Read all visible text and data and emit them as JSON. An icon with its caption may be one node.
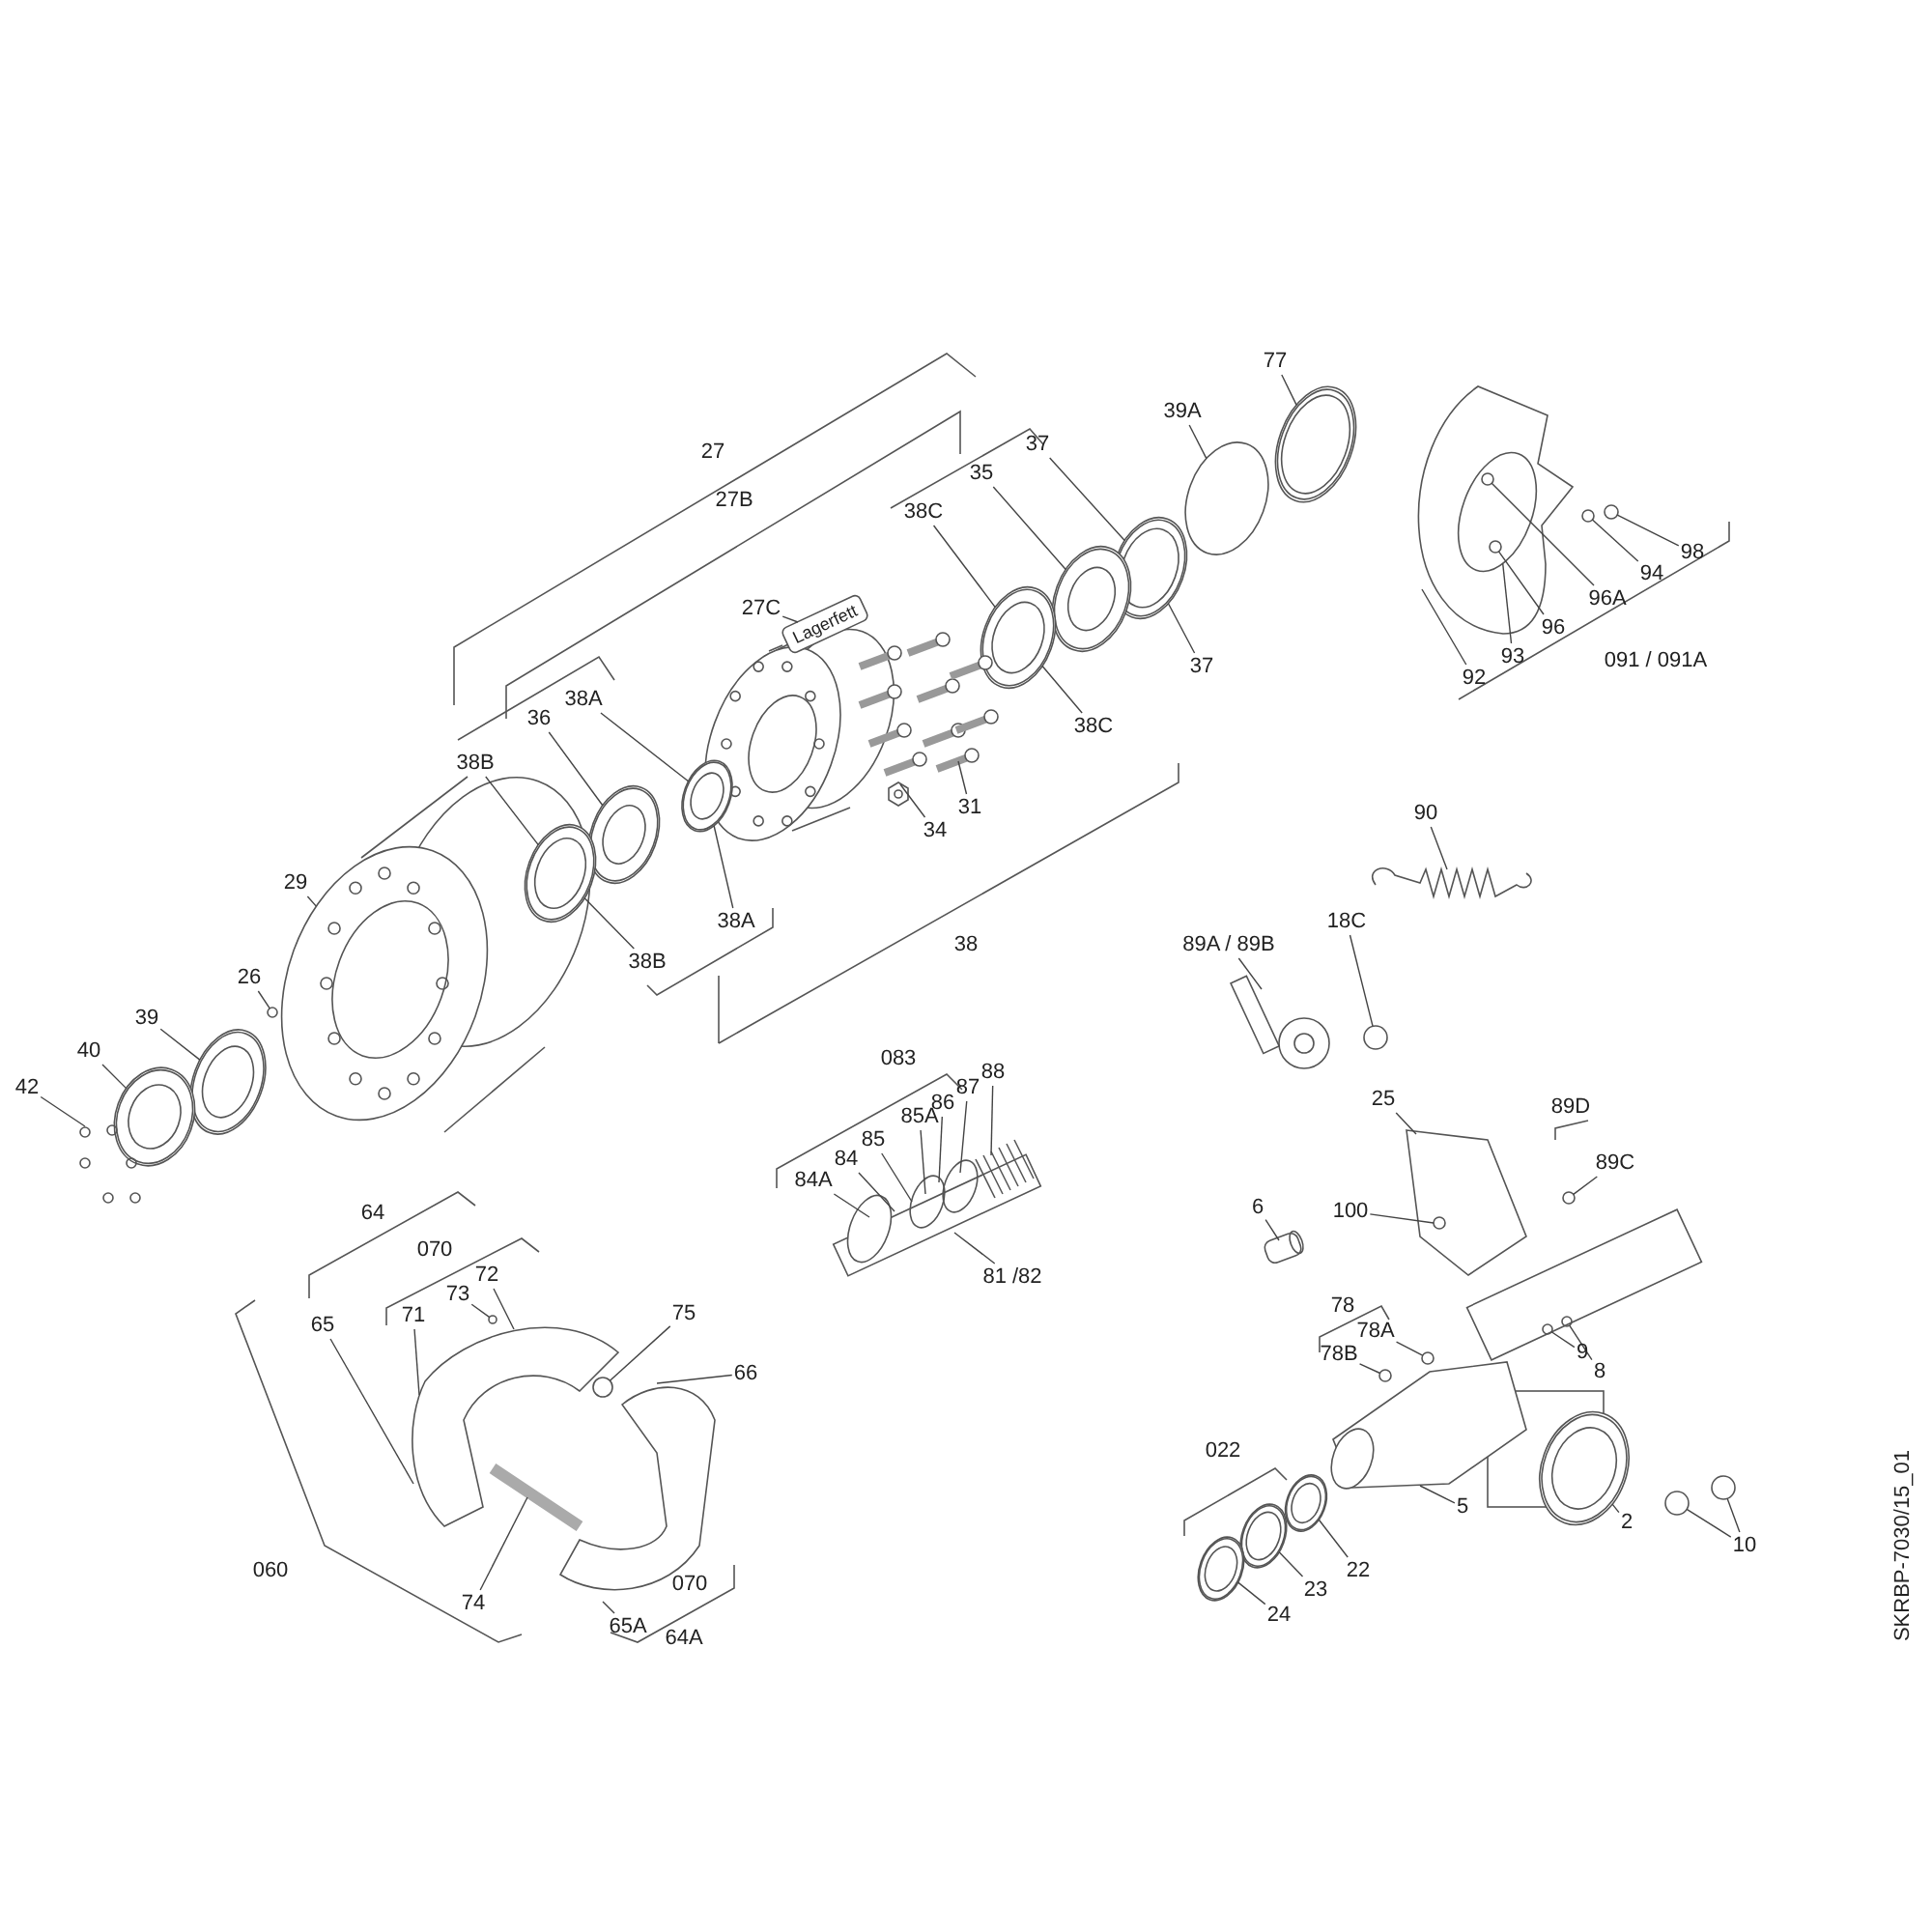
{
  "diagram": {
    "nodes": [
      {
        "text": [
          "77"
        ]
      },
      {
        "text": [
          "39A"
        ]
      },
      {
        "text": [
          "37"
        ]
      },
      {
        "text": [
          "35"
        ]
      },
      {
        "text": [
          "38C"
        ]
      },
      {
        "text": [
          "27C"
        ]
      },
      {
        "text": [
          "38A"
        ]
      },
      {
        "text": [
          "36"
        ]
      },
      {
        "text": [
          "38B"
        ]
      },
      {
        "text": [
          "29"
        ]
      },
      {
        "text": [
          "26"
        ]
      },
      {
        "text": [
          "39"
        ]
      },
      {
        "text": [
          "40"
        ]
      },
      {
        "text": [
          "42"
        ]
      },
      {
        "text": [
          "37"
        ]
      },
      {
        "text": [
          "38C"
        ]
      },
      {
        "text": [
          "31"
        ]
      },
      {
        "text": [
          "34"
        ]
      },
      {
        "text": [
          "38A"
        ]
      },
      {
        "text": [
          "38B"
        ]
      },
      {
        "text": [
          "98"
        ]
      },
      {
        "text": [
          "94"
        ]
      },
      {
        "text": [
          "96A"
        ]
      },
      {
        "text": [
          "96"
        ]
      },
      {
        "text": [
          "93"
        ]
      },
      {
        "text": [
          "92"
        ]
      },
      {
        "text": [
          "90"
        ]
      },
      {
        "text": [
          "18C"
        ]
      },
      {
        "text": [
          "89A / 89B"
        ]
      },
      {
        "text": [
          "25"
        ]
      },
      {
        "text": [
          "89C"
        ]
      },
      {
        "text": [
          "100"
        ]
      },
      {
        "text": [
          "6"
        ]
      },
      {
        "text": [
          "78A"
        ]
      },
      {
        "text": [
          "78B"
        ]
      },
      {
        "text": [
          "9"
        ]
      },
      {
        "text": [
          "8"
        ]
      },
      {
        "text": [
          "88"
        ]
      },
      {
        "text": [
          "87"
        ]
      },
      {
        "text": [
          "86"
        ]
      },
      {
        "text": [
          "85A"
        ]
      },
      {
        "text": [
          "85"
        ]
      },
      {
        "text": [
          "84"
        ]
      },
      {
        "text": [
          "84A"
        ]
      },
      {
        "text": [
          "81 /82"
        ]
      },
      {
        "text": [
          "72"
        ]
      },
      {
        "text": [
          "73"
        ]
      },
      {
        "text": [
          "71"
        ]
      },
      {
        "text": [
          "65"
        ]
      },
      {
        "text": [
          "75"
        ]
      },
      {
        "text": [
          "66"
        ]
      },
      {
        "text": [
          "74"
        ]
      },
      {
        "text": [
          "65A"
        ]
      },
      {
        "text": [
          "5"
        ]
      },
      {
        "text": [
          "2"
        ]
      },
      {
        "text": [
          "10"
        ]
      },
      {
        "text": [
          "22"
        ]
      },
      {
        "text": [
          "23"
        ]
      },
      {
        "text": [
          "24"
        ]
      },
      {
        "text": [],
        "shape": "picture"
      },
      {
        "text": [],
        "shape": "circle"
      },
      {
        "text": [],
        "shape": "picture"
      },
      {
        "text": [],
        "shape": "picture"
      },
      {
        "text": [],
        "shape": "picture"
      },
      {
        "text": [],
        "shape": "picture"
      },
      {
        "text": [],
        "shape": "picture"
      },
      {
        "text": [],
        "shape": "picture"
      },
      {
        "text": [],
        "shape": "picture"
      },
      {
        "text": [],
        "shape": "picture"
      },
      {
        "text": [],
        "shape": "circle"
      },
      {
        "text": [],
        "shape": "picture"
      },
      {
        "text": [],
        "shape": "picture"
      },
      {
        "text": [],
        "shape": "picture"
      },
      {
        "text": [],
        "shape": "picture"
      },
      {
        "text": [],
        "shape": "picture"
      },
      {
        "text": [],
        "shape": "circle"
      },
      {
        "text": [],
        "shape": "circle"
      },
      {
        "text": [],
        "shape": "circle",
        "in": 79
      },
      {
        "text": [],
        "shape": "circle",
        "in": 79
      },
      {
        "text": [],
        "shape": "circle",
        "in": 80
      },
      {
        "text": [],
        "shape": "picture"
      },
      {
        "text": [],
        "shape": "picture"
      },
      {
        "text": [],
        "shape": "circle"
      },
      {
        "text": [],
        "shape": "picture"
      },
      {
        "text": [],
        "shape": "picture"
      },
      {
        "text": [],
        "shape": "circle"
      },
      {
        "text": [],
        "shape": "picture"
      },
      {
        "text": [],
        "shape": "circle"
      },
      {
        "text": [],
        "shape": "circle"
      },
      {
        "text": [],
        "shape": "circle"
      },
      {
        "text": [],
        "shape": "circle"
      },
      {
        "text": [],
        "shape": "picture"
      },
      {
        "text": [],
        "shape": "picture"
      },
      {
        "text": [],
        "shape": "picture"
      },
      {
        "text": [],
        "shape": "circle"
      },
      {
        "text": [],
        "shape": "picture"
      },
      {
        "text": [],
        "shape": "circle"
      },
      {
        "text": [],
        "shape": "picture"
      },
      {
        "text": [],
        "shape": "picture"
      },
      {
        "text": [],
        "shape": "circle"
      },
      {
        "text": [],
        "shape": "circle"
      },
      {
        "text": [],
        "shape": "picture"
      },
      {
        "text": [],
        "shape": "picture"
      },
      {
        "text": [],
        "shape": "picture"
      }
    ],
    "edges": [
      {
        "from": 0,
        "to": 59,
        "arrow": "none"
      },
      {
        "from": 1,
        "to": 60,
        "arrow": "none"
      },
      {
        "from": 2,
        "to": 61,
        "arrow": "none"
      },
      {
        "from": 3,
        "to": 62,
        "arrow": "none"
      },
      {
        "from": 4,
        "to": 63,
        "arrow": "none"
      },
      {
        "from": 5,
        "to": 64,
        "arrow": "none"
      },
      {
        "from": 6,
        "to": 65,
        "arrow": "none"
      },
      {
        "from": 7,
        "to": 66,
        "arrow": "none"
      },
      {
        "from": 8,
        "to": 67,
        "arrow": "none"
      },
      {
        "from": 9,
        "to": 68,
        "arrow": "none"
      },
      {
        "from": 10,
        "to": 69,
        "arrow": "none"
      },
      {
        "from": 11,
        "to": 70,
        "arrow": "none"
      },
      {
        "from": 12,
        "to": 71,
        "arrow": "none"
      },
      {
        "from": 13,
        "to": 72,
        "arrow": "none"
      },
      {
        "from": 14,
        "to": 61,
        "arrow": "none"
      },
      {
        "from": 15,
        "to": 63,
        "arrow": "none"
      },
      {
        "from": 16,
        "to": 73,
        "arrow": "none"
      },
      {
        "from": 17,
        "to": 74,
        "arrow": "none"
      },
      {
        "from": 18,
        "to": 65,
        "arrow": "none"
      },
      {
        "from": 19,
        "to": 67,
        "arrow": "none"
      },
      {
        "from": 20,
        "to": 75,
        "arrow": "none"
      },
      {
        "from": 21,
        "to": 76,
        "arrow": "none"
      },
      {
        "from": 22,
        "to": 77,
        "arrow": "none"
      },
      {
        "from": 23,
        "to": 78,
        "arrow": "none"
      },
      {
        "from": 24,
        "to": 79,
        "arrow": "none"
      },
      {
        "from": 25,
        "to": 80,
        "arrow": "none"
      },
      {
        "from": 26,
        "to": 81,
        "arrow": "none"
      },
      {
        "from": 27,
        "to": 82,
        "arrow": "none"
      },
      {
        "from": 28,
        "to": 83,
        "arrow": "none"
      },
      {
        "from": 29,
        "to": 84,
        "arrow": "none"
      },
      {
        "from": 30,
        "to": 85,
        "arrow": "none"
      },
      {
        "from": 31,
        "to": 84,
        "arrow": "none"
      },
      {
        "from": 32,
        "to": 86,
        "arrow": "none"
      },
      {
        "from": 33,
        "to": 87,
        "arrow": "none"
      },
      {
        "from": 34,
        "to": 88,
        "arrow": "none"
      },
      {
        "from": 35,
        "to": 89,
        "arrow": "none"
      },
      {
        "from": 36,
        "to": 90,
        "arrow": "none"
      },
      {
        "from": 37,
        "to": 91,
        "arrow": "none"
      },
      {
        "from": 38,
        "to": 91,
        "arrow": "none"
      },
      {
        "from": 39,
        "to": 91,
        "arrow": "none"
      },
      {
        "from": 40,
        "to": 91,
        "arrow": "none"
      },
      {
        "from": 41,
        "to": 91,
        "arrow": "none"
      },
      {
        "from": 42,
        "to": 91,
        "arrow": "none"
      },
      {
        "from": 43,
        "to": 91,
        "arrow": "none"
      },
      {
        "from": 44,
        "to": 91,
        "arrow": "none"
      },
      {
        "from": 45,
        "to": 92,
        "arrow": "none"
      },
      {
        "from": 46,
        "to": 94,
        "arrow": "none"
      },
      {
        "from": 47,
        "to": 92,
        "arrow": "none"
      },
      {
        "from": 48,
        "to": 92,
        "arrow": "none"
      },
      {
        "from": 49,
        "to": 96,
        "arrow": "none"
      },
      {
        "from": 50,
        "to": 93,
        "arrow": "none"
      },
      {
        "from": 51,
        "to": 95,
        "arrow": "none"
      },
      {
        "from": 52,
        "to": 93,
        "arrow": "none"
      },
      {
        "from": 53,
        "to": 97,
        "arrow": "none"
      },
      {
        "from": 54,
        "to": 98,
        "arrow": "none"
      },
      {
        "from": 55,
        "to": 99,
        "arrow": "none"
      },
      {
        "from": 55,
        "to": 100,
        "arrow": "none"
      },
      {
        "from": 56,
        "to": 101,
        "arrow": "none"
      },
      {
        "from": 57,
        "to": 102,
        "arrow": "none"
      },
      {
        "from": 58,
        "to": 103,
        "arrow": "none"
      }
    ],
    "labels": [
      "27",
      "27B",
      "Lagerfett",
      "38",
      "091 / 091A",
      "083",
      "89D",
      "64",
      "070",
      "78",
      "022",
      "060",
      "070",
      "64A",
      "SKRBP-7030/15_01"
    ]
  }
}
